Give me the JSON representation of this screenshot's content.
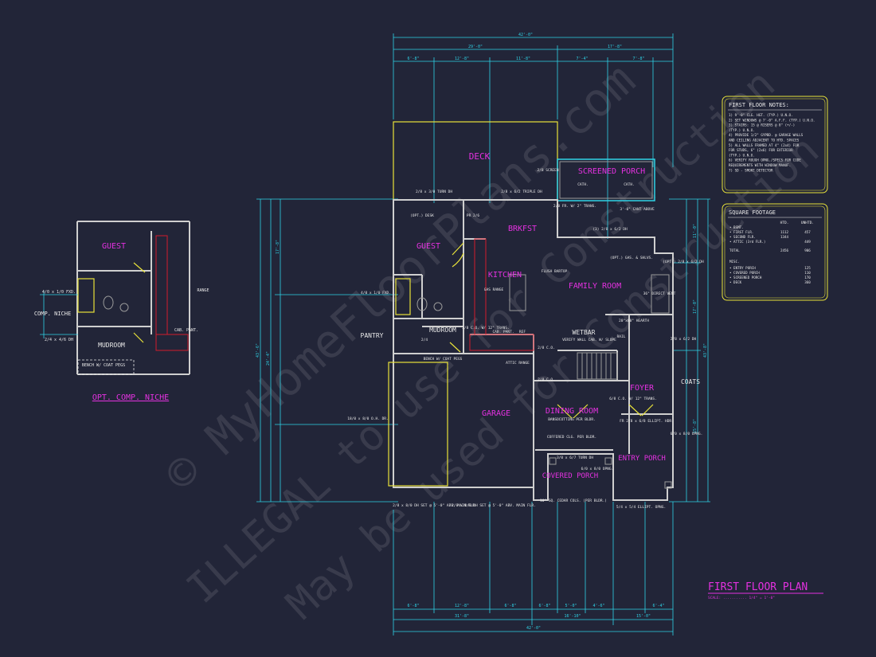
{
  "plan": {
    "title": "FIRST FLOOR PLAN",
    "scale": "SCALE: ........... 1/4\" = 1'-0\"",
    "watermark": [
      "© MyHomeFloorPlans.com",
      "ILLEGAL to use for Construction",
      "May be used for Construction"
    ]
  },
  "rooms": {
    "deck": "DECK",
    "screened_porch": "SCREENED PORCH",
    "guest": "GUEST",
    "brkfst": "BRKFST",
    "kitchen": "KITCHEN",
    "family_room": "FAMILY ROOM",
    "mudroom": "MUDROOM",
    "pantry": "PANTRY",
    "wetbar": "WETBAR",
    "garage": "GARAGE",
    "dining_room": "DINING ROOM",
    "foyer": "FOYER",
    "entry_porch": "ENTRY PORCH",
    "covered_porch": "COVERED PORCH",
    "coats": "COATS"
  },
  "notes_panel": {
    "title": "FIRST FLOOR NOTES:",
    "lines": [
      "1) 9'-0\" CLG. HGT. (TYP.) U.N.O.",
      "2) SET WINDOWS @ 7'-0\" A.F.F. (TYP.) U.N.O.",
      "3) STAIRS: 15 @ RISERS @ 8\" (+/-)",
      "   (TYP.) U.N.O.",
      "4) PROVIDE 1/2\" GYPBD. @ GARAGE WALLS",
      "   AND CEILING ADJACENT TO HTD. SPACES",
      "5) ALL WALLS FRAMED AT 4\" (2x4) FOR",
      "   FOR STUDS, 6\" (2x6) FOR EXTERIOR",
      "   (TYP.) U.N.O.",
      "6) VERIFY ROUGH OPNG./SPECS FOR CODE",
      "   REQUIREMENTS WITH WINDOW MANUF.",
      "7) SD - SMOKE DETECTOR"
    ]
  },
  "sqft_panel": {
    "title": "SQUARE FOOTAGE",
    "col_htd": "HTD.",
    "col_unhtd": "UNHTD.",
    "rows": [
      {
        "label": "• BSMT.",
        "htd": "",
        "unhtd": ""
      },
      {
        "label": "• FIRST FLR.",
        "htd": "1112",
        "unhtd": "457"
      },
      {
        "label": "• SECOND FLR.",
        "htd": "1344",
        "unhtd": ""
      },
      {
        "label": "• ATTIC (3rd FLR.)",
        "htd": "",
        "unhtd": "449"
      },
      {
        "label": "TOTAL",
        "htd": "2456",
        "unhtd": "906"
      },
      {
        "label": "MISC.",
        "htd": "",
        "unhtd": ""
      },
      {
        "label": "• ENTRY PORCH",
        "htd": "",
        "unhtd": "125"
      },
      {
        "label": "• COVERED PORCH",
        "htd": "",
        "unhtd": "110"
      },
      {
        "label": "• SCREENED PORCH",
        "htd": "",
        "unhtd": "170"
      },
      {
        "label": "• DECK",
        "htd": "",
        "unhtd": "360"
      }
    ]
  },
  "inset": {
    "title": "OPT. COMP. NICHE",
    "guest": "GUEST",
    "mudroom": "MUDROOM",
    "comp_niche": "COMP. NICHE",
    "range": "RANGE",
    "cab_pant": "CAB. PANT.",
    "fixed_window": "4/0 x 1/0 FXD.",
    "dh_window": "2/4 x 4/6 DH",
    "bench": "BENCH W/ COAT PEGS"
  },
  "annotations": {
    "turn_dh_left": "2/8 x 3/0 TURN DH",
    "triple_dh": "2/8 x 6/2 TRIPLE DH",
    "screen": "2/8 SCREEN",
    "cath_1": "CATH.",
    "cath_2": "CATH.",
    "fr_trans": "2/8 FR. W/ 2\" TRANS.",
    "cant_above": "3'-0\" CANT ABOVE",
    "triple_window": "(3) 2/8 x 6/2 DH",
    "opt_desk": "(OPT.) DESK",
    "flush_bartop": "FLUSH BARTOP",
    "gas_range": "GAS RANGE",
    "opt_gas_shlvs": "(OPT.) GAS. & SHLVS.",
    "direct_vent": "36\" DIRECT VENT",
    "hearth": "20\"x60\" HEARTH",
    "opt_dh": "(OPT.) 2/8 x 6/2 DH",
    "dh_right": "2/8 x 6/2 DH",
    "fxd_main": "4/0 x 1/0 FXD.",
    "co_trans": "2/8 C.O. W/ 12\" TRANS.",
    "cab_pant": "CAB. PANT.",
    "ref": "REF",
    "verify_wall_cab": "VERIFY WALL CAB. W/ SLOPE",
    "rail": "RAIL",
    "attic_range": "ATTIC RANGE",
    "co_2_8": "2/8 C.O.",
    "co_2_8b": "2/8 C.O.",
    "bench_coat": "BENCH W/ COAT PEGS",
    "ohd": "18/0 x 8/0 O.H. DR.",
    "bansocotting": "BANSOCOTTING PER BLDR.",
    "coffered": "COFFERED CLG. PER BLDR.",
    "turn_dh_dining": "3/0 x 6/7 TURN DH",
    "foyer_co": "6/8 C.O. W/ 12\" TRANS.",
    "ellipt_hdr": "FR 2/8 x 6/8 ELLIPT. HDR.",
    "opng_entry": "6/0 x 8/0 OPNG.",
    "opng_cov": "6/0 x 8/0 OPNG.",
    "set_left": "2/8 x 8/0 DH SET @ 5'-0\" ABV. MAIN FLR.",
    "set_right": "2/8 x 8/0 DH SET @ 5'-0\" ABV. MAIN FLR.",
    "cedar_cols": "10\" SQ. CEDAR COLS. (PER BLDR.)",
    "ellipt_opng": "5/4 x 5/4 ELLIPT. OPNG.",
    "mudroom_dh": "2/4",
    "pr_2_8": "PR 2/6"
  },
  "dimensions": {
    "overall_top": "42'-0\"",
    "top_a": "29'-0\"",
    "top_b": "17'-8\"",
    "top_segments": [
      "6'-8\"",
      "12'-8\"",
      "11'-8\"",
      "7'-4\"",
      "7'-8\""
    ],
    "bottom_segments": [
      "6'-8\"",
      "12'-8\"",
      "6'-8\"",
      "6'-8\"",
      "5'-0\"",
      "4'-6\"",
      "6'-4\""
    ],
    "bottom_sub": [
      "31'-8\"",
      "16'-10\"",
      "15'-0\""
    ],
    "overall_bottom": "42'-0\"",
    "left_total": "43'-6\"",
    "left_a": "17'-8\"",
    "left_b": "24'-4\"",
    "right_total": "43'-8\"",
    "right_segs": [
      "11'-0\"",
      "17'-0\"",
      "15'-8\""
    ]
  }
}
